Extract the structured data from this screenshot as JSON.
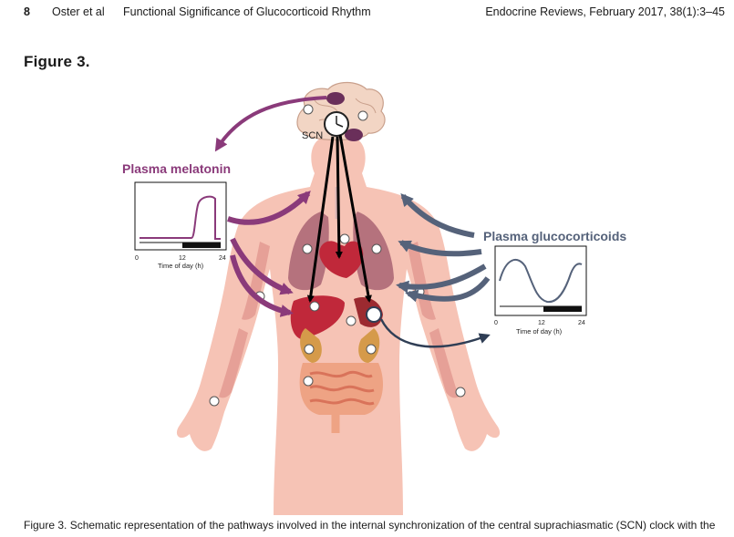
{
  "header": {
    "page_number": "8",
    "authors": "Oster et al",
    "running_title": "Functional Significance of Glucocorticoid Rhythm",
    "journal": "Endocrine Reviews, February 2017, 38(1):3–45"
  },
  "figure": {
    "label": "Figure 3.",
    "scn_label": "SCN",
    "melatonin_panel": {
      "title": "Plasma melatonin",
      "x_axis_label": "Time of day (h)",
      "x_ticks": [
        "0",
        "12",
        "24"
      ],
      "color": "#8a3a7a"
    },
    "glucocorticoid_panel": {
      "title": "Plasma glucocorticoids",
      "x_axis_label": "Time of day (h)",
      "x_ticks": [
        "0",
        "12",
        "24"
      ],
      "color": "#55627a"
    },
    "colors": {
      "body": "#f6c3b5",
      "organ_red": "#c0283a",
      "organ_lung": "#b5727d",
      "adrenal": "#d59a4a",
      "intestine": "#eea384",
      "muscle": "#e6a097",
      "brain": "#f2d5c4",
      "scn_arrow": "#000000"
    },
    "icons": [
      "clock-icon",
      "brain-icon",
      "heart-icon",
      "liver-icon",
      "lung-icon",
      "intestine-icon",
      "kidney-icon",
      "adrenal-icon",
      "muscle-icon"
    ]
  },
  "caption": {
    "text": "Figure 3. Schematic representation of the pathways involved in the internal synchronization of the central suprachiasmatic (SCN) clock with the"
  }
}
